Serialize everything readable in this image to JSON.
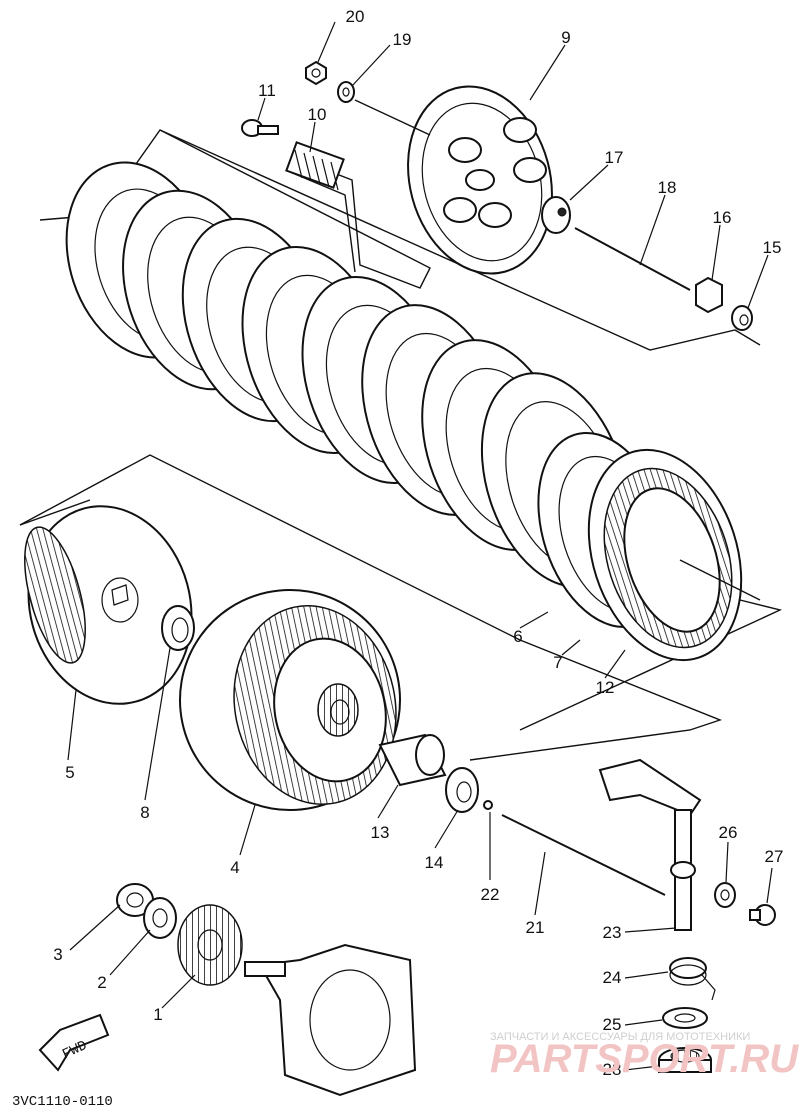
{
  "diagram": {
    "code": "3VC1110-0110",
    "fwd_label": "FWD",
    "watermark_top": "ЗАПЧАСТИ И АКСЕССУАРЫ ДЛЯ МОТОТЕХНИКИ",
    "watermark_logo": "PARTSPORT.RU",
    "callouts": {
      "c1": "1",
      "c2": "2",
      "c3": "3",
      "c4": "4",
      "c5": "5",
      "c6": "6",
      "c7": "7",
      "c8": "8",
      "c9": "9",
      "c10": "10",
      "c11": "11",
      "c12": "12",
      "c13": "13",
      "c14": "14",
      "c15": "15",
      "c16": "16",
      "c17": "17",
      "c18": "18",
      "c19": "19",
      "c20": "20",
      "c21": "21",
      "c22": "22",
      "c23": "23",
      "c24": "24",
      "c25": "25",
      "c26": "26",
      "c27": "27",
      "c28": "28"
    }
  }
}
